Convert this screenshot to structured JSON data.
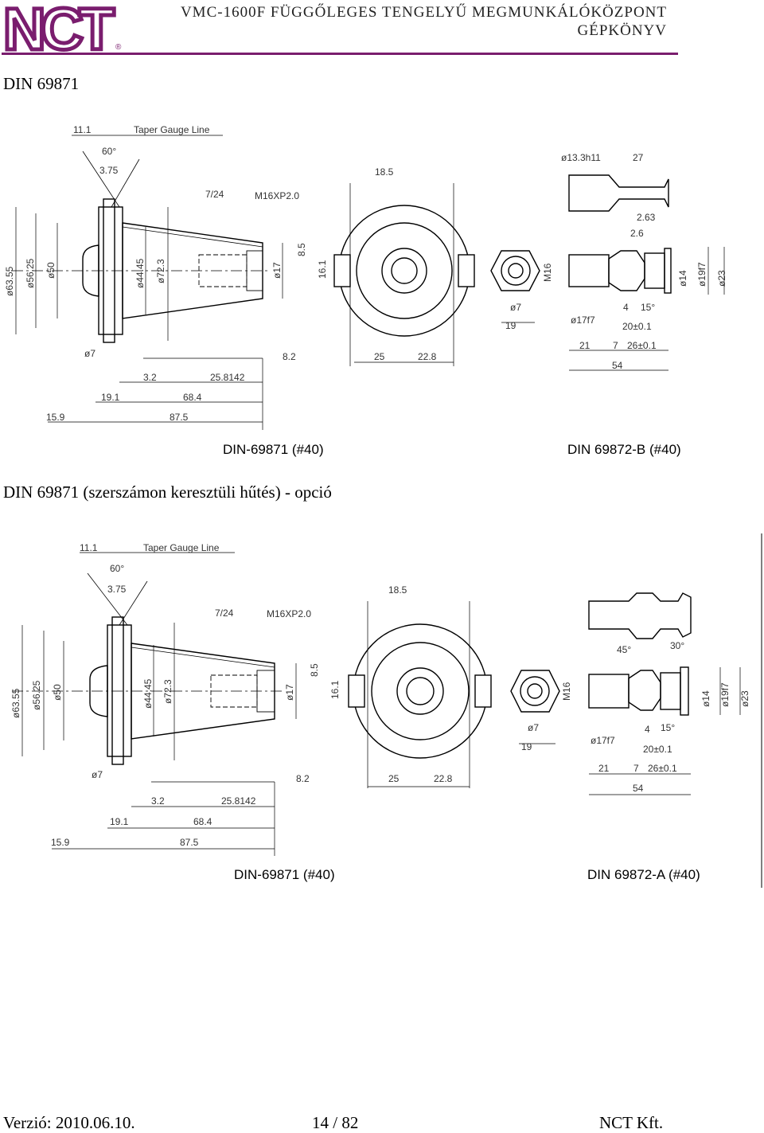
{
  "header": {
    "logo_text": "NCT",
    "title_line1": "VMC-1600F FÜGGŐLEGES TENGELYŰ MEGMUNKÁLÓKÖZPONT",
    "title_line2": "GÉPKÖNYV",
    "accent_color": "#7a1d6e"
  },
  "section1": {
    "heading": "DIN 69871",
    "caption_left": "DIN-69871 (#40)",
    "caption_right": "DIN 69872-B (#40)",
    "labels": {
      "taper_line": "Taper Gauge Line",
      "d111": "11.1",
      "a60": "60°",
      "d375": "3.75",
      "r724": "7/24",
      "thread": "M16XP2.0",
      "d6355": "ø63.55",
      "d5625": "ø56.25",
      "d50": "ø50",
      "d4445": "ø44.45",
      "d723": "ø72.3",
      "d17": "ø17",
      "d85": "8.5",
      "d161": "16.1",
      "d7": "ø7",
      "d32": "3.2",
      "d258": "25.8142",
      "d82": "8.2",
      "d191": "19.1",
      "d684": "68.4",
      "d159": "15.9",
      "d875": "87.5",
      "d185": "18.5",
      "d25": "25",
      "d228": "22.8",
      "s7": "ø7",
      "s19": "19",
      "m16": "M16",
      "p133": "ø13.3h11",
      "p27": "27",
      "p263": "2.63",
      "p26": "2.6",
      "p14": "ø14",
      "p19f7": "ø19f7",
      "p23": "ø23",
      "p17f7": "ø17f7",
      "p4": "4",
      "p15": "15°",
      "p20": "20±0.1",
      "p21": "21",
      "p7": "7",
      "p26b": "26±0.1",
      "p54": "54"
    }
  },
  "section2": {
    "heading": "DIN 69871 (szerszámon keresztüli hűtés) - opció",
    "caption_left": "DIN-69871 (#40)",
    "caption_right": "DIN 69872-A (#40)",
    "labels": {
      "taper_line": "Taper Gauge Line",
      "d111": "11.1",
      "a60": "60°",
      "d375": "3.75",
      "r724": "7/24",
      "thread": "M16XP2.0",
      "d6355": "ø63.55",
      "d5625": "ø56.25",
      "d50": "ø50",
      "d4445": "ø44.45",
      "d723": "ø72.3",
      "d17": "ø17",
      "d85": "8.5",
      "d161": "16.1",
      "d7": "ø7",
      "d32": "3.2",
      "d258": "25.8142",
      "d82": "8.2",
      "d191": "19.1",
      "d684": "68.4",
      "d159": "15.9",
      "d875": "87.5",
      "d185": "18.5",
      "d25": "25",
      "d228": "22.8",
      "s7": "ø7",
      "s19": "19",
      "m16": "M16",
      "p45": "45°",
      "p30": "30°",
      "p14": "ø14",
      "p19f7": "ø19f7",
      "p23": "ø23",
      "p17f7": "ø17f7",
      "p4": "4",
      "p15": "15°",
      "p20": "20±0.1",
      "p21": "21",
      "p7": "7",
      "p26b": "26±0.1",
      "p54": "54"
    }
  },
  "footer": {
    "version": "Verzió: 2010.06.10.",
    "page": "14 / 82",
    "company": "NCT Kft."
  }
}
